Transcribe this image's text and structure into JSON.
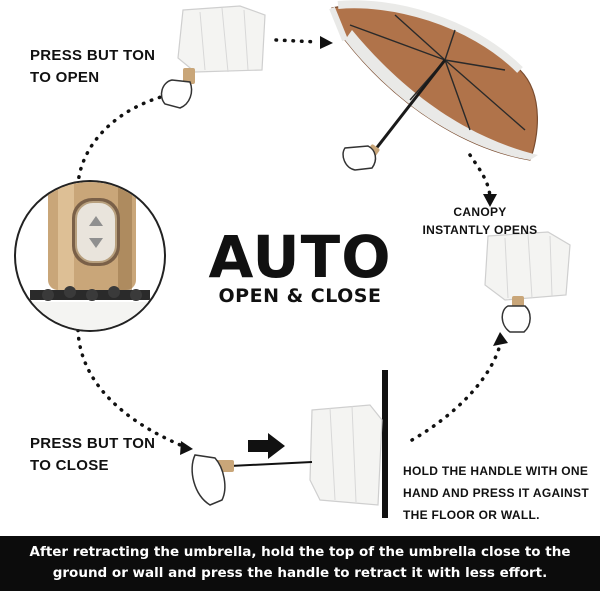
{
  "labels": {
    "press_open_line1": "PRESS BUT TON",
    "press_open_line2": "TO OPEN",
    "press_close_line1": "PRESS BUT TON",
    "press_close_line2": "TO CLOSE",
    "canopy_line1": "CANOPY",
    "canopy_line2": "INSTANTLY OPENS",
    "hold_line1": "HOLD THE HANDLE WITH ONE",
    "hold_line2": "HAND AND PRESS IT AGAINST",
    "hold_line3": "THE FLOOR OR WALL."
  },
  "title": {
    "main": "AUTO",
    "sub": "OPEN & CLOSE"
  },
  "footer": {
    "line1": "After retracting the umbrella, hold the top of the umbrella close to the",
    "line2": "ground or wall and press the handle to retract it with less effort."
  },
  "colors": {
    "canopy_inner": "#b0734a",
    "canopy_outer": "#f2f2f0",
    "handle_gold": "#c9a679",
    "footer_bg": "#0c0c0c",
    "text": "#111111"
  },
  "icons": [
    "hand-icon",
    "arrow-icon",
    "button-icon"
  ]
}
